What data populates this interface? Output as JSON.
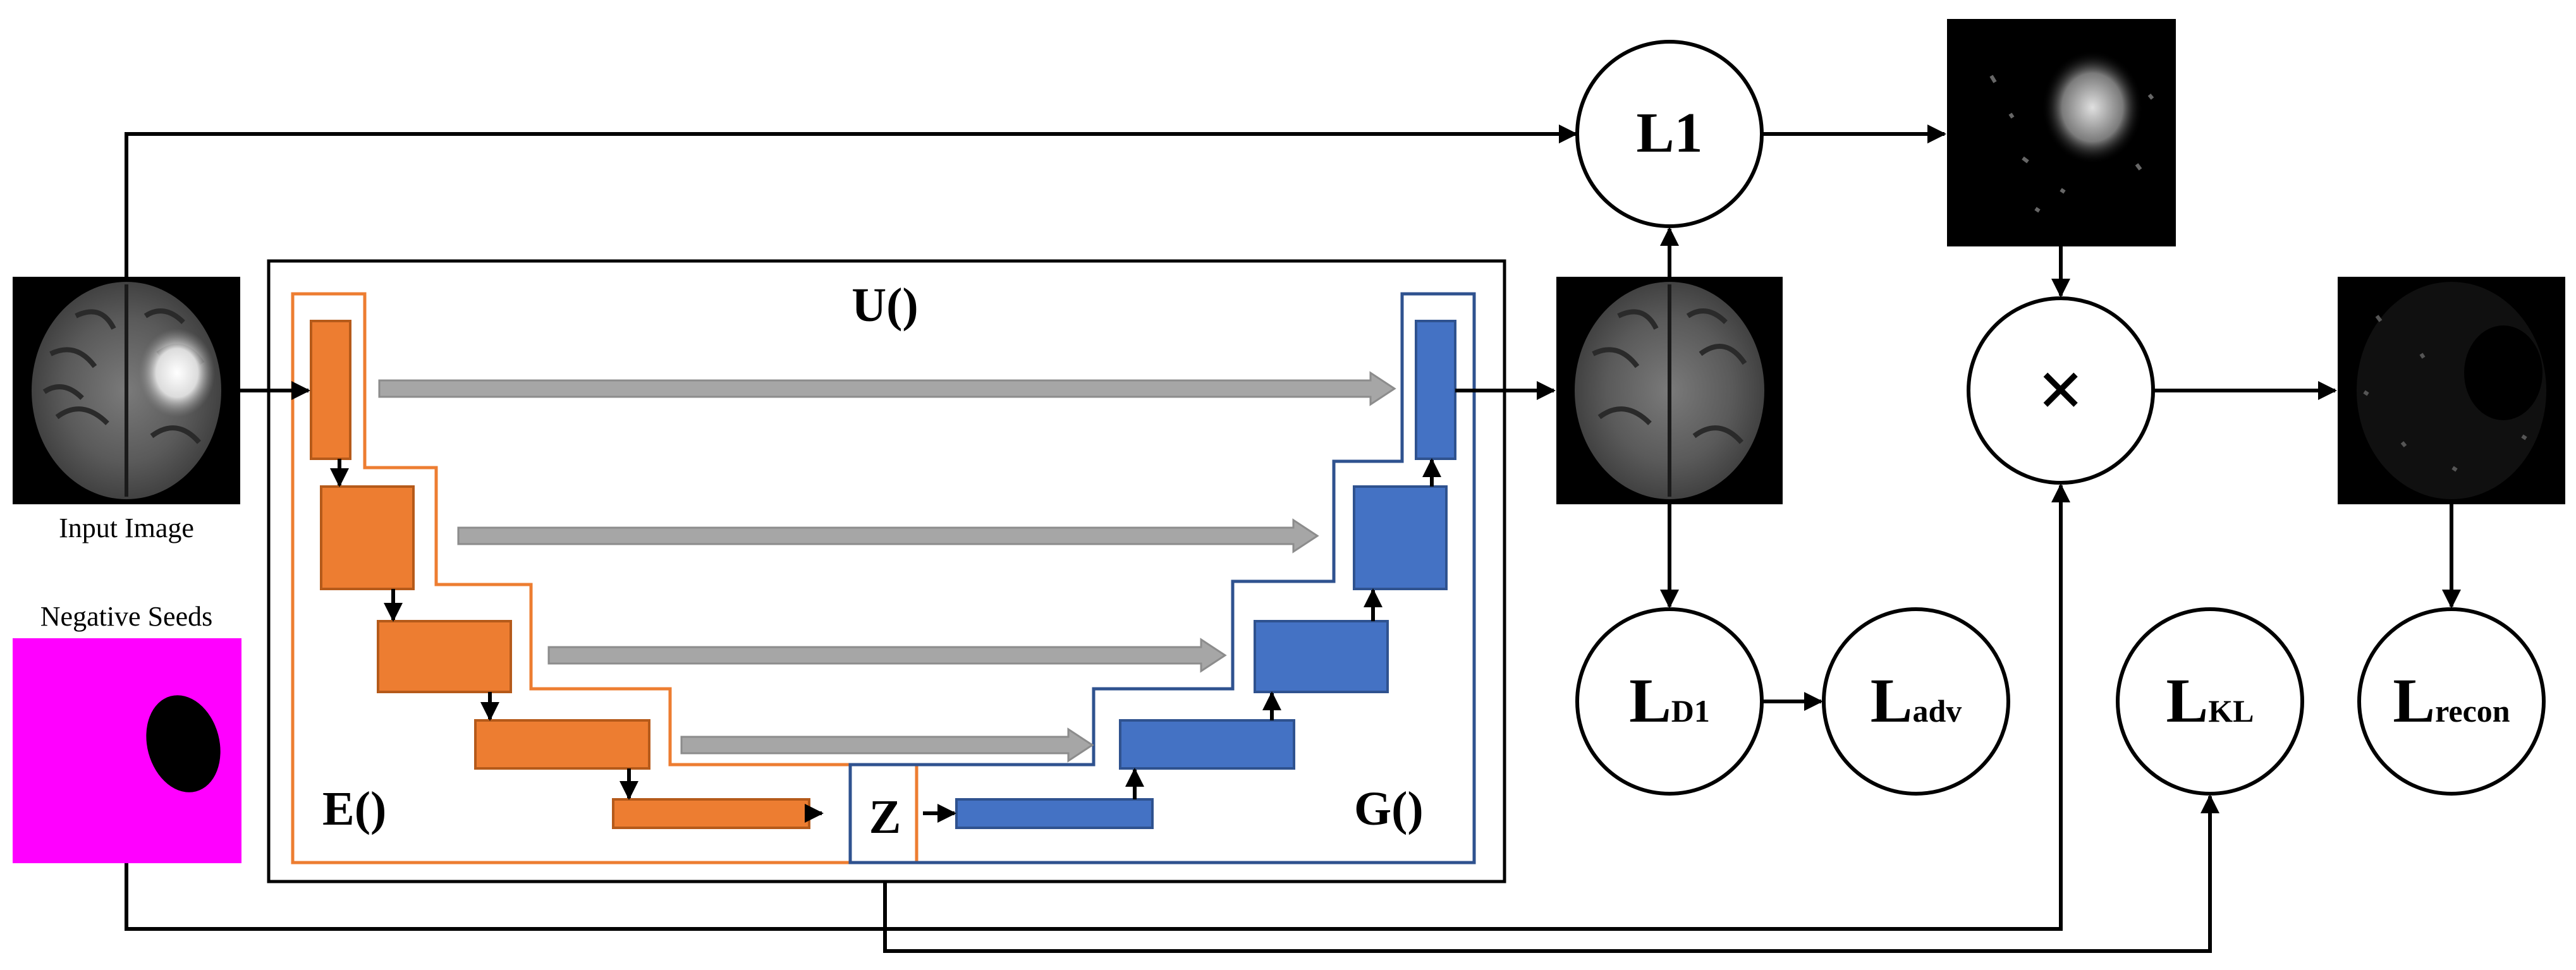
{
  "labels": {
    "input_image": "Input Image",
    "negative_seeds": "Negative Seeds",
    "unet": "U()",
    "encoder": "E()",
    "generator": "G()",
    "latent": "Z"
  },
  "loss_nodes": {
    "l1": "L1",
    "multiply": "×",
    "ld1_base": "L",
    "ld1_sub": "D1",
    "ladv_base": "L",
    "ladv_sub": "adv",
    "lkl_base": "L",
    "lkl_sub": "KL",
    "lrecon_base": "L",
    "lrecon_sub": "recon"
  },
  "colors": {
    "encoder_block": "#ED7D31",
    "encoder_stroke": "#B55A1A",
    "decoder_block": "#4472C4",
    "decoder_stroke": "#2F528F",
    "skip_arrow": "#A6A6A6",
    "mask_background": "#FF00FF",
    "mask_region": "#000000"
  },
  "icons": {
    "multiply": "multiply-icon"
  }
}
